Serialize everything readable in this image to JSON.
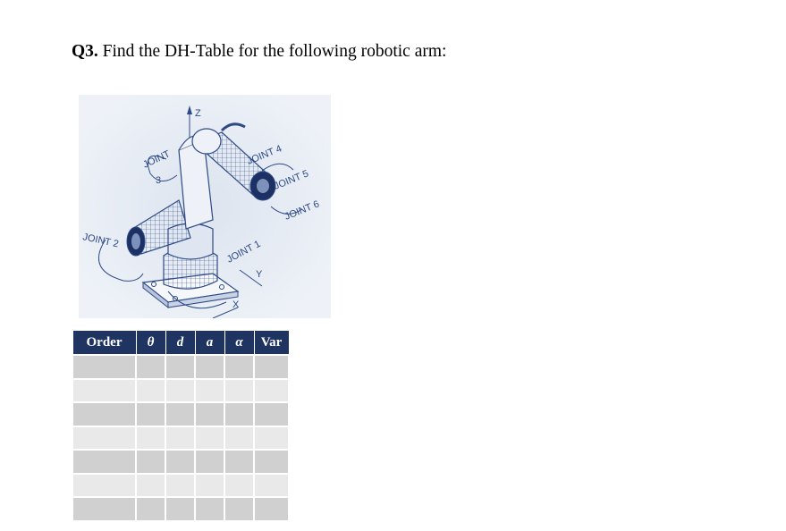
{
  "question": {
    "number": "Q3.",
    "text": "Find the DH-Table for the following robotic arm:"
  },
  "figure": {
    "labels": {
      "z": "Z",
      "joint1": "JOINT 1",
      "joint2": "JOINT 2",
      "joint3_a": "JOINT",
      "joint3_b": "3",
      "joint4": "JOINT 4",
      "joint5": "JOINT 5",
      "joint6": "JOINT 6",
      "x": "X",
      "y": "Y"
    }
  },
  "table": {
    "headers": [
      "Order",
      "θ",
      "d",
      "a",
      "α",
      "Var"
    ],
    "rows": [
      [
        "",
        "",
        "",
        "",
        "",
        ""
      ],
      [
        "",
        "",
        "",
        "",
        "",
        ""
      ],
      [
        "",
        "",
        "",
        "",
        "",
        ""
      ],
      [
        "",
        "",
        "",
        "",
        "",
        ""
      ],
      [
        "",
        "",
        "",
        "",
        "",
        ""
      ],
      [
        "",
        "",
        "",
        "",
        "",
        ""
      ],
      [
        "",
        "",
        "",
        "",
        "",
        ""
      ]
    ]
  },
  "colors": {
    "header_bg": "#1f3461",
    "row_dark": "#d0d0d0",
    "row_light": "#e9e9e9",
    "drawing_line": "#2d4a85",
    "drawing_bg": "#e8edf5"
  }
}
